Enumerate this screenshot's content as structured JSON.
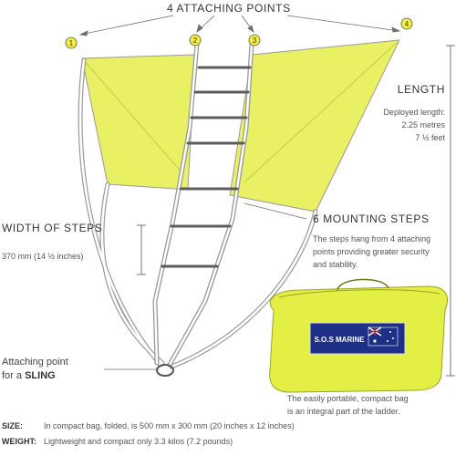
{
  "attaching_points": {
    "title": "4 ATTACHING POINTS",
    "markers": [
      "1",
      "2",
      "3",
      "4"
    ]
  },
  "length": {
    "title": "LENGTH",
    "lines": [
      "Deployed length:",
      "2.25 metres",
      "7 ½ feet"
    ]
  },
  "width_of_steps": {
    "title": "WIDTH OF STEPS",
    "value": "370 mm (14 ½ inches)"
  },
  "mounting_steps": {
    "title": "6 MOUNTING STEPS",
    "lines": [
      "The steps hang from 4 attaching",
      "points providing greater security",
      "and stability."
    ]
  },
  "sling": {
    "line1": "Attaching point",
    "line2_prefix": "for a",
    "line2_bold": "SLING"
  },
  "bag": {
    "logo": "S.O.S MARINE",
    "caption": [
      "The easily portable, compact bag",
      "is an integral part of the ladder."
    ]
  },
  "specs": [
    {
      "label": "SIZE:",
      "text": "In compact bag, folded, is 500 mm x 300 mm (20 inches x 12 inches)"
    },
    {
      "label": "WEIGHT:",
      "text": "Lightweight and compact only 3.3 kilos (7.2 pounds)"
    }
  ],
  "colors": {
    "canopy": "#e9f064",
    "marker": "#f3ef3c",
    "bag": "#e3ef45",
    "label_navy": "#1d2f86"
  }
}
